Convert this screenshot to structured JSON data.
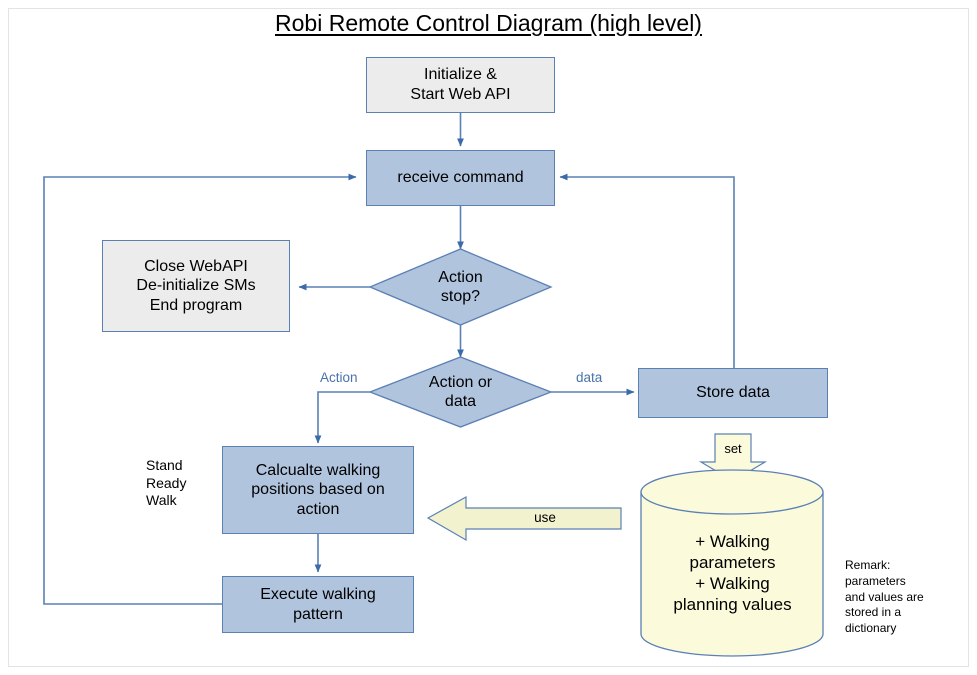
{
  "diagram": {
    "title": "Robi Remote Control Diagram (high level)",
    "colors": {
      "process_fill": "#b1c4de",
      "terminator_fill": "#ececec",
      "store_fill": "#fbfbdc",
      "stroke": "#5b80b4",
      "label_text": "#4a72ab",
      "frame": "#e3e3e3"
    },
    "nodes": {
      "initialize": "Initialize &\nStart Web API",
      "receive_command": "receive command",
      "close_webapi": "Close WebAPI\nDe-initialize SMs\nEnd program",
      "action_stop": "Action\nstop?",
      "action_or_data": "Action or\ndata",
      "store_data": "Store data",
      "calculate_walking": "Calcualte walking\npositions based on\naction",
      "execute_walking": "Execute walking\npattern",
      "database": "+ Walking\nparameters\n+ Walking\nplanning values",
      "set_arrow": "set",
      "use_arrow": "use"
    },
    "edge_labels": {
      "action": "Action",
      "data": "data"
    },
    "annotations": {
      "states": "Stand\nReady\nWalk",
      "remark": "Remark:\nparameters\nand values are\nstored in a\ndictionary"
    }
  }
}
